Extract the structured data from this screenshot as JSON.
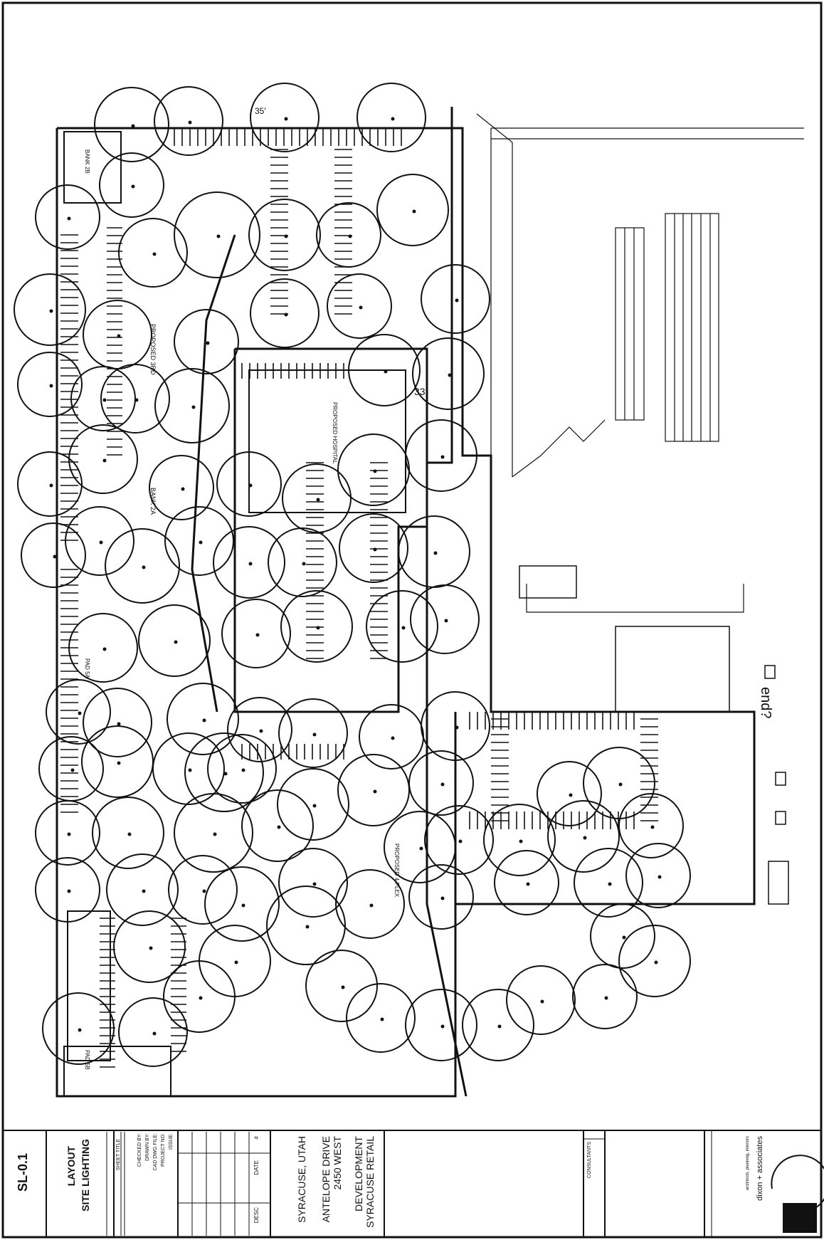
{
  "drawing": {
    "labels": {
      "elev_a": "35' ",
      "elev_b": "33",
      "end_note": "end?",
      "bldg_a": "PROPOSED HOSPITAL",
      "bldg_b": "PROPOSED 4-PLEX",
      "bldg_c": "PROPOSED 3RD",
      "pad_a": "BANK 2A",
      "pad_b": "BANK 2B",
      "pad_c": "PAD 5A",
      "pad_d": "PAD 5B"
    }
  },
  "title_block": {
    "sheet_number": "SL-0.1",
    "sheet_title_line1": "SITE LIGHTING",
    "sheet_title_line2": "LAYOUT",
    "sheet_title_label": "SHEET TITLE",
    "info_labels": [
      "ISSUE:",
      "PROJECT NO:",
      "CAD DWG FILE:",
      "DRAWN BY:",
      "CHECKED BY:"
    ],
    "rev_headers": [
      "#",
      "DATE",
      "DESC"
    ],
    "project_line1": "SYRACUSE RETAIL",
    "project_line2": "DEVELOPMENT",
    "address_line1": "2450 WEST",
    "address_line2": "ANTELOPE DRIVE",
    "address_line3": "SYRACUSE, UTAH",
    "consultants_label": "CONSULTANTS",
    "firm_name": "dixon + associates",
    "firm_sub": "architects, planning, interiors"
  }
}
